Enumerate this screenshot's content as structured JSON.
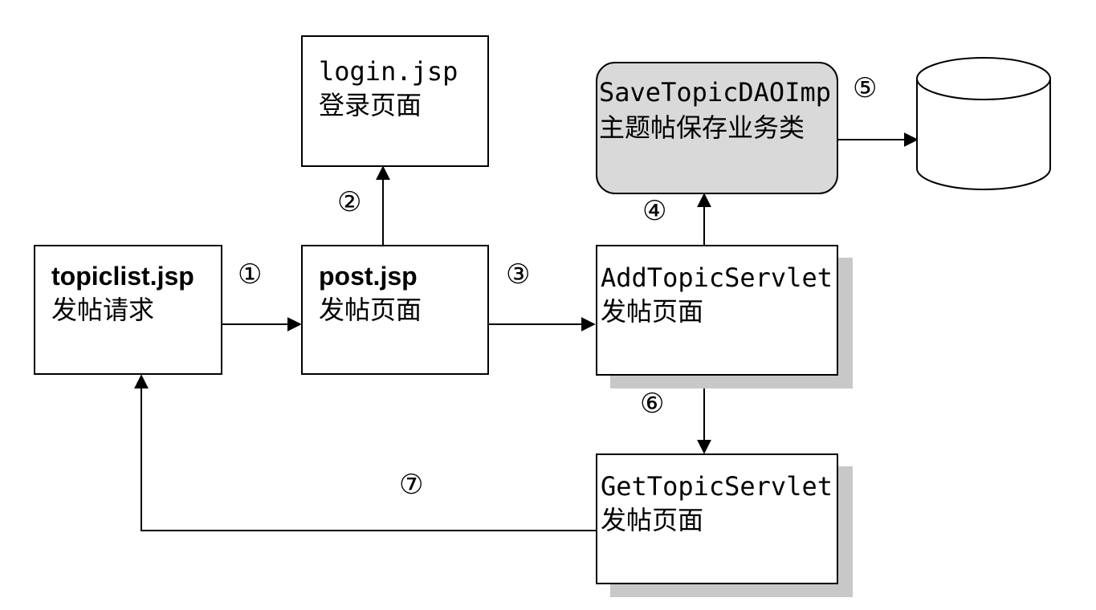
{
  "boxes": {
    "topiclist": {
      "line1": "topiclist.jsp",
      "line2": "发帖请求"
    },
    "login": {
      "line1": "login.jsp",
      "line2": "登录页面"
    },
    "post": {
      "line1": "post.jsp",
      "line2": "发帖页面"
    },
    "save": {
      "text": "SaveTopicDAOImp主题帖保存业务类"
    },
    "add": {
      "text": "AddTopicServlet发帖页面"
    },
    "get": {
      "text": "GetTopicServlet发帖页面"
    }
  },
  "steps": [
    "①",
    "②",
    "③",
    "④",
    "⑤",
    "⑥",
    "⑦"
  ],
  "colors": {
    "stroke": "#000000",
    "shadow": "#c8c8c8",
    "highlight_fill": "#d9d9d9"
  }
}
